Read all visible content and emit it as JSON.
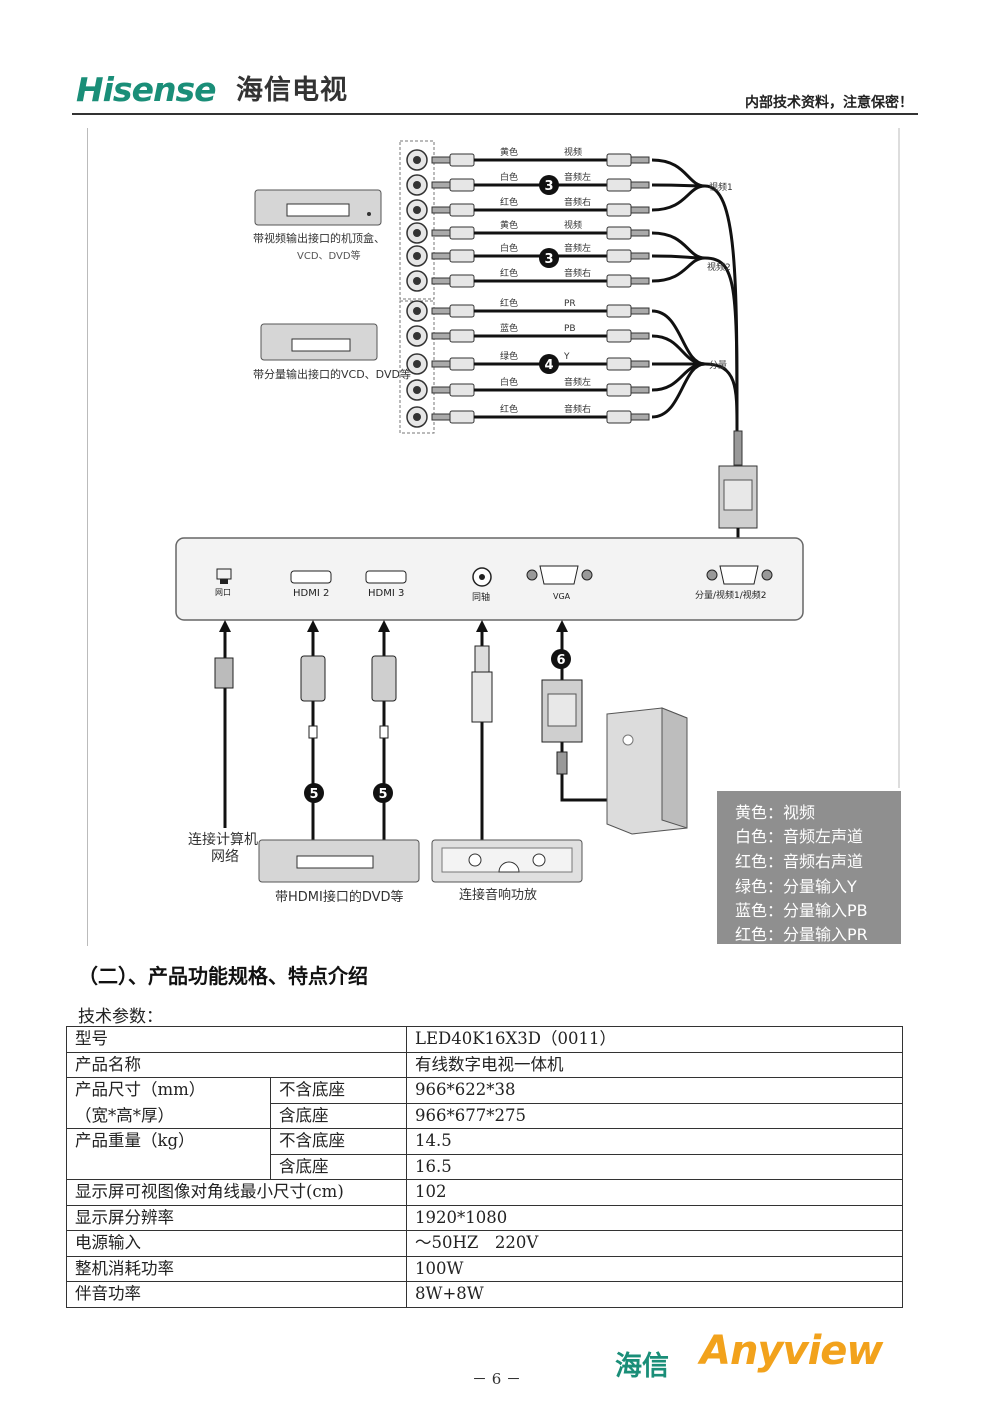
{
  "header": {
    "brand": "Hisense",
    "brand_cn": "海信电视",
    "notice": "内部技术资料，注意保密！"
  },
  "diagram": {
    "source1_label_a": "带视频输出接口的机顶盒、",
    "source1_label_b": "VCD、DVD等",
    "source2_label": "带分量输出接口的VCD、DVD等",
    "rows": [
      {
        "color_name": "黄色",
        "signal": "视频"
      },
      {
        "color_name": "白色",
        "signal": "音频左"
      },
      {
        "color_name": "红色",
        "signal": "音频右"
      },
      {
        "color_name": "黄色",
        "signal": "视频"
      },
      {
        "color_name": "白色",
        "signal": "音频左"
      },
      {
        "color_name": "红色",
        "signal": "音频右"
      },
      {
        "color_name": "红色",
        "signal": "PR"
      },
      {
        "color_name": "蓝色",
        "signal": "PB"
      },
      {
        "color_name": "绿色",
        "signal": "Y"
      },
      {
        "color_name": "白色",
        "signal": "音频左"
      },
      {
        "color_name": "红色",
        "signal": "音频右"
      }
    ],
    "group_labels": [
      "视频1",
      "视频2",
      "分量"
    ],
    "badges": [
      "3",
      "3",
      "4",
      "5",
      "5",
      "6"
    ],
    "ports": [
      "网口",
      "HDMI 2",
      "HDMI 3",
      "同轴",
      "VGA",
      "分量/视频1/视频2"
    ],
    "bottom_labels": {
      "network_a": "连接计算机",
      "network_b": "网络",
      "dvd": "带HDMI接口的DVD等",
      "amp": "连接音响功放"
    },
    "legend": [
      {
        "key": "黄色：",
        "value": "视频"
      },
      {
        "key": "白色：",
        "value": "音频左声道"
      },
      {
        "key": "红色：",
        "value": "音频右声道"
      },
      {
        "key": "绿色：",
        "value": "分量输入Y"
      },
      {
        "key": "蓝色：",
        "value": "分量输入PB"
      },
      {
        "key": "红色：",
        "value": "分量输入PR"
      }
    ]
  },
  "section_title": "（二）、产品功能规格、特点介绍",
  "spec_caption": "技术参数：",
  "spec_table": {
    "model_label": "型号",
    "model_value": "LED40K16X3D（0011）",
    "name_label": "产品名称",
    "name_value": "有线数字电视一体机",
    "size_label_a": "产品尺寸（mm）",
    "size_label_b": "（宽*高*厚）",
    "size_sub1": "不含底座",
    "size_val1": "966*622*38",
    "size_sub2": "含底座",
    "size_val2": "966*677*275",
    "weight_label": "产品重量（kg）",
    "weight_sub1": "不含底座",
    "weight_val1": "14.5",
    "weight_sub2": "含底座",
    "weight_val2": "16.5",
    "diag_label": "显示屏可视图像对角线最小尺寸(cm)",
    "diag_value": "102",
    "res_label": "显示屏分辨率",
    "res_value": "1920*1080",
    "power_in_label": "电源输入",
    "power_in_value": "～50HZ　220V",
    "consume_label": "整机消耗功率",
    "consume_value": "100W",
    "audio_label": "伴音功率",
    "audio_value": "8W+8W"
  },
  "footer": {
    "page_number": "－ 6 －",
    "brand_cn": "海信",
    "brand_en": "Anyview"
  }
}
